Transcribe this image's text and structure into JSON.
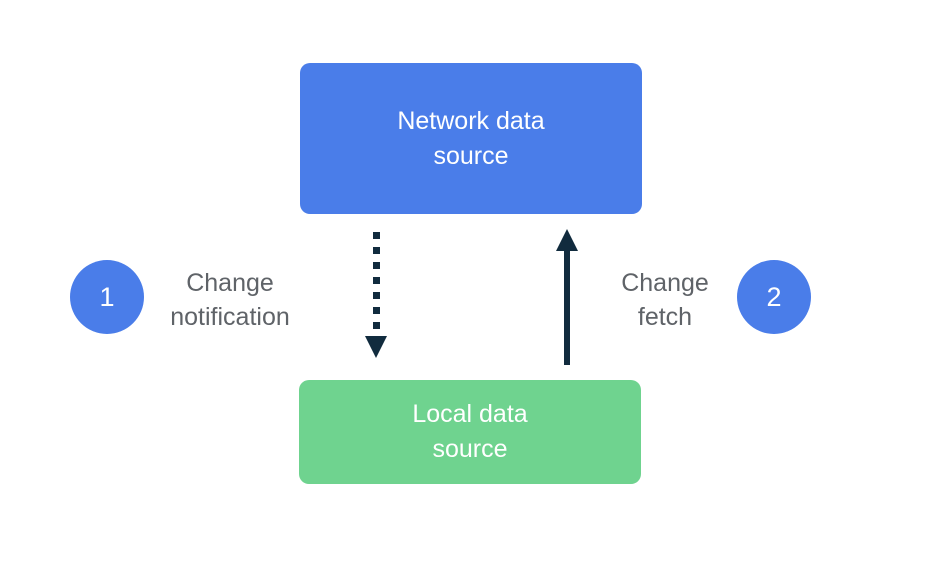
{
  "diagram": {
    "nodes": {
      "network": {
        "lines": [
          "Network data",
          "source"
        ],
        "color": "#4a7de9",
        "text_color": "#ffffff"
      },
      "local": {
        "lines": [
          "Local data",
          "source"
        ],
        "color": "#6fd38f",
        "text_color": "#ffffff"
      }
    },
    "arrows": {
      "notification": {
        "style": "dotted",
        "direction": "down",
        "color": "#112b3e"
      },
      "fetch": {
        "style": "solid",
        "direction": "up",
        "color": "#112b3e"
      }
    },
    "labels": {
      "notification": {
        "lines": [
          "Change",
          "notification"
        ],
        "color": "#5f6368"
      },
      "fetch": {
        "lines": [
          "Change",
          "fetch"
        ],
        "color": "#5f6368"
      }
    },
    "badges": {
      "one": {
        "number": "1",
        "color": "#4a7de9"
      },
      "two": {
        "number": "2",
        "color": "#4a7de9"
      }
    }
  }
}
